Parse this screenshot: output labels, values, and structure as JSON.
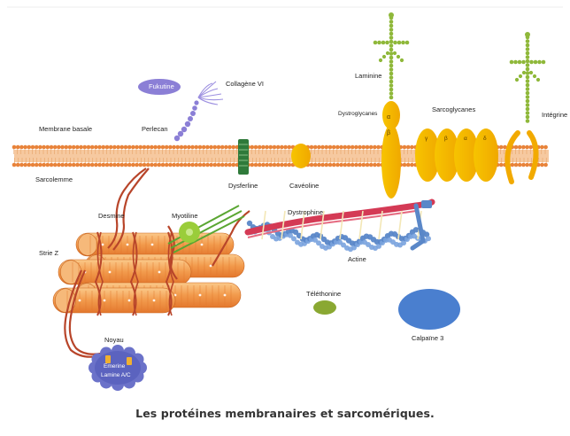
{
  "caption": "Les protéines membranaires et sarcomériques.",
  "labels": {
    "fukutine": "Fukutine",
    "collagene": "Collagène VI",
    "laminine": "Laminine",
    "membrane_basale": "Membrane basale",
    "perlecan": "Perlecan",
    "dystroglycanes": "Dystroglycanes",
    "sarcoglycanes": "Sarcoglycanes",
    "integrine": "Intégrine",
    "sarcolemme": "Sarcolemme",
    "dysferline": "Dysferline",
    "caveoline": "Cavéoline",
    "desmine": "Desmine",
    "myotiline": "Myotiline",
    "dystrophine": "Dystrophine",
    "strie_z": "Strie Z",
    "actine": "Actine",
    "telethonine": "Téléthonine",
    "noyau": "Noyau",
    "emerine": "Emerine",
    "lamine": "Lamine A/C",
    "calpaine": "Calpaïne 3"
  },
  "subunits": {
    "alpha": "α",
    "beta": "β",
    "gamma": "γ",
    "delta": "δ"
  },
  "colors": {
    "membrane": "#e8833a",
    "protein_yellow": "#f5b800",
    "laminin_green": "#8fb83a",
    "purple": "#8b7fd6",
    "desmin": "#b8452a",
    "dystrophin_red": "#d43a55",
    "actin_blue": "#5a87c8",
    "calpain_blue": "#4a7fcf",
    "telethonin_green": "#8aa832",
    "myofibril": "#f2a15a"
  }
}
